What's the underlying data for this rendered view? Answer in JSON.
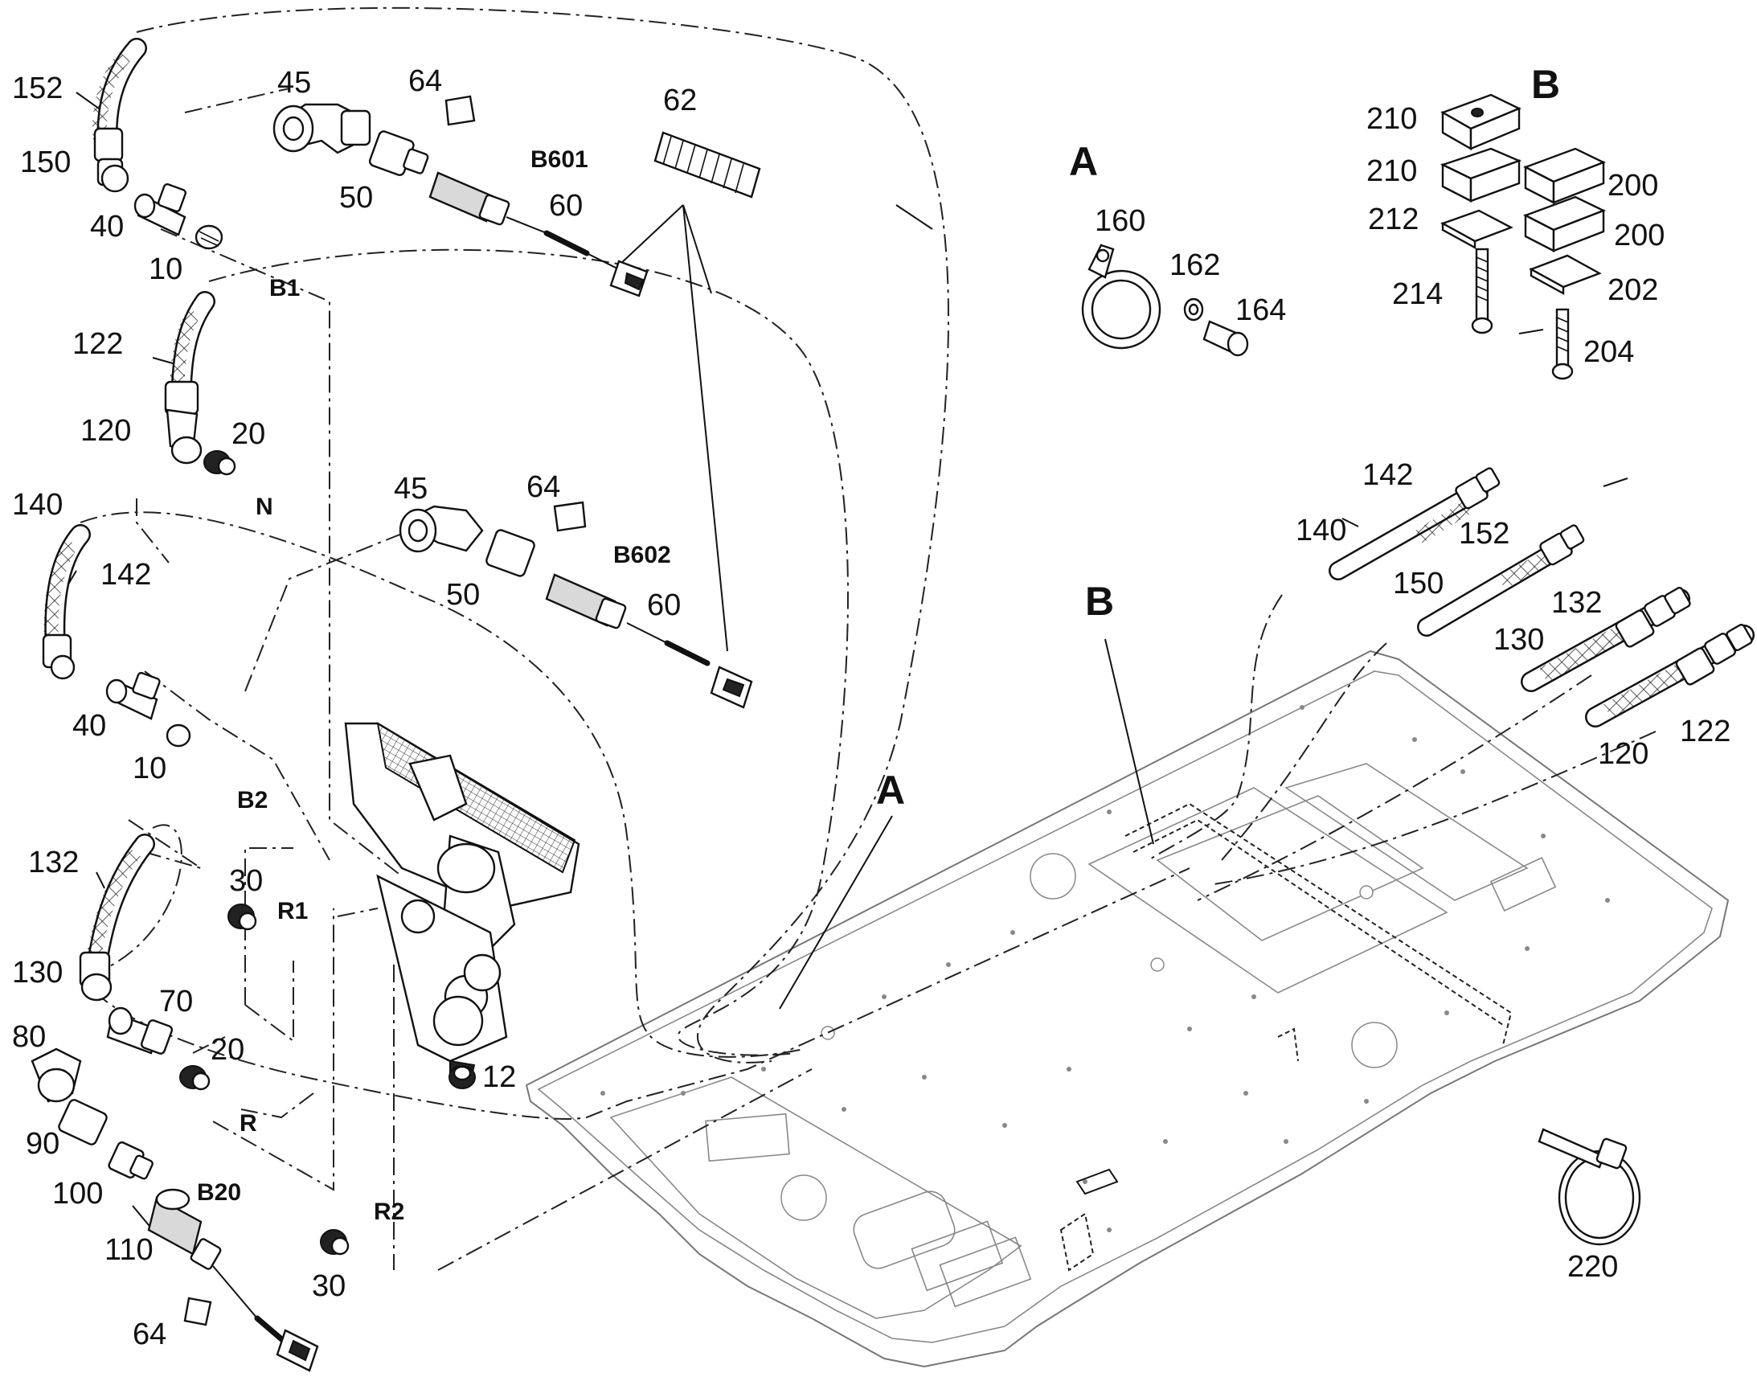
{
  "sections": {
    "a": "A",
    "b": "B"
  },
  "callouts": {
    "c152_top": "152",
    "c45_top": "45",
    "c64_top": "64",
    "c62": "62",
    "c150_top": "150",
    "c50_top": "50",
    "c60_top": "60",
    "c40_top": "40",
    "c10_top": "10",
    "c122_left": "122",
    "c120_left": "120",
    "c20_mid": "20",
    "c140_left": "140",
    "c142_left": "142",
    "c45_mid": "45",
    "c64_mid": "64",
    "c50_mid": "50",
    "c60_mid": "60",
    "c40_mid": "40",
    "c10_mid": "10",
    "c30_mid": "30",
    "c132_left": "132",
    "c130_left": "130",
    "c70": "70",
    "c80": "80",
    "c20_low": "20",
    "c90": "90",
    "c100": "100",
    "c110": "110",
    "c64_low": "64",
    "c30_low": "30",
    "c12": "12",
    "c160": "160",
    "c162": "162",
    "c164": "164",
    "c210_a": "210",
    "c210_b": "210",
    "c212": "212",
    "c214": "214",
    "c200_a": "200",
    "c200_b": "200",
    "c202": "202",
    "c204": "204",
    "c142_right": "142",
    "c140_right": "140",
    "c152_right": "152",
    "c150_right": "150",
    "c132_right": "132",
    "c130_right": "130",
    "c122_right": "122",
    "c120_right": "120",
    "c220": "220"
  },
  "connectors": {
    "b601": "B601",
    "b602": "B602",
    "b1": "B1",
    "b2": "B2",
    "n": "N",
    "r1": "R1",
    "r2": "R2",
    "r": "R",
    "b20": "B20"
  },
  "views": {
    "a_pointer": "A",
    "b_pointer": "B"
  }
}
